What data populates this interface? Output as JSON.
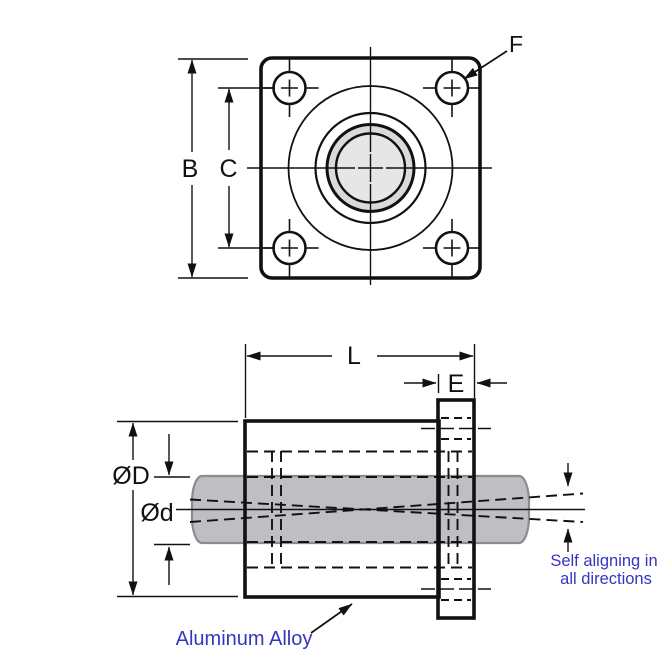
{
  "figure": {
    "description_labels_only": "flanged linear bearing dimension drawing",
    "top_view": {
      "labels": {
        "B": "B",
        "C": "C",
        "F": "F"
      }
    },
    "side_view": {
      "labels": {
        "L": "L",
        "E": "E",
        "OD": "ØD",
        "Od": "Ød"
      },
      "notes": {
        "material": "Aluminum Alloy",
        "self_aligning_line1": "Self aligning in",
        "self_aligning_line2": "all directions"
      }
    }
  },
  "colors": {
    "background": "#ffffff",
    "line": "#111111",
    "part_fill": "#dadada",
    "bore_fill": "#e6e6e6",
    "ring_white": "#ffffff",
    "hole_fill": "#ffffff",
    "shaft_fill": "#bfbfc3",
    "shaft_stroke": "#8b8b90",
    "annotation_blue": "#3636bd"
  }
}
